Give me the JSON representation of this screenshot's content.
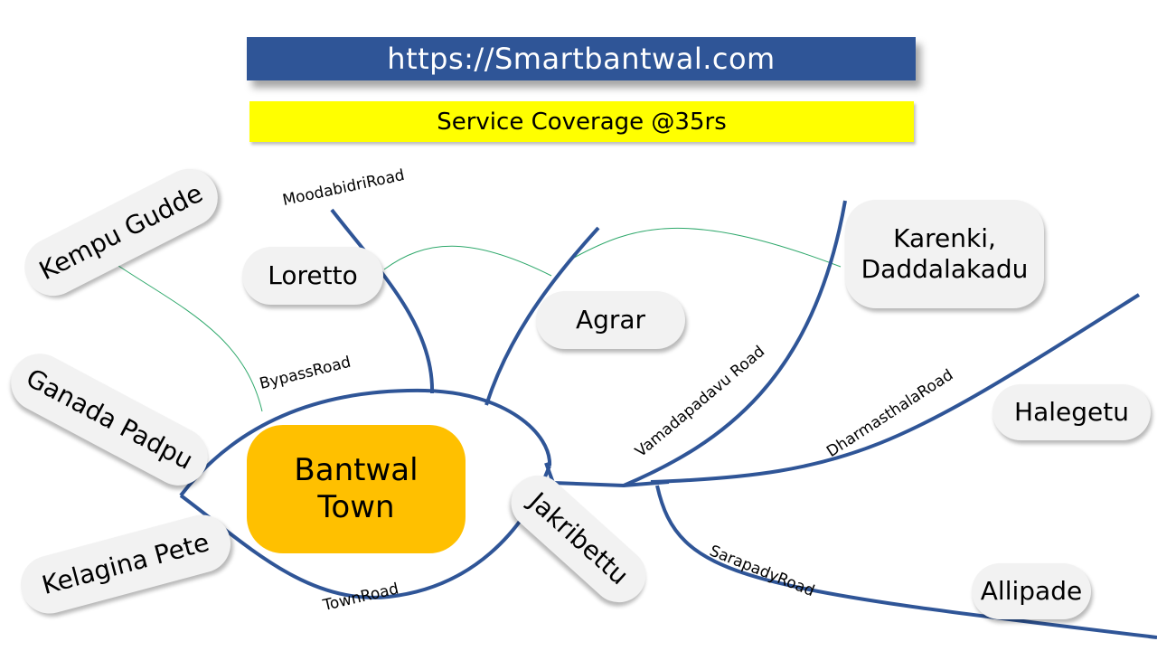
{
  "header": {
    "url": "https://Smartbantwal.com",
    "title": "Service Coverage @35rs"
  },
  "colors": {
    "url_banner": "#2f5597",
    "title_banner": "#ffff00",
    "center_node": "#ffc000",
    "node": "#f2f2f2",
    "road_line": "#2f5597",
    "connector_line": "#2ea86b"
  },
  "center": {
    "label_line1": "Bantwal",
    "label_line2": "Town"
  },
  "places": {
    "kempu_gudde": "Kempu Gudde",
    "loretto": "Loretto",
    "agrar": "Agrar",
    "karenki_line1": "Karenki,",
    "karenki_line2": "Daddalakadu",
    "ganada_padpu": "Ganada Padpu",
    "kelagina_pete": "Kelagina Pete",
    "jakribettu": "Jakribettu",
    "halegetu": "Halegetu",
    "allipade": "Allipade"
  },
  "roads": {
    "moodabidri": "MoodabidriRoad",
    "bypass": "BypassRoad",
    "town": "TownRoad",
    "vamadapadavu": "Vamadapadavu Road",
    "dharmasthala": "DharmasthalaRoad",
    "sarapady": "SarapadyRoad"
  }
}
